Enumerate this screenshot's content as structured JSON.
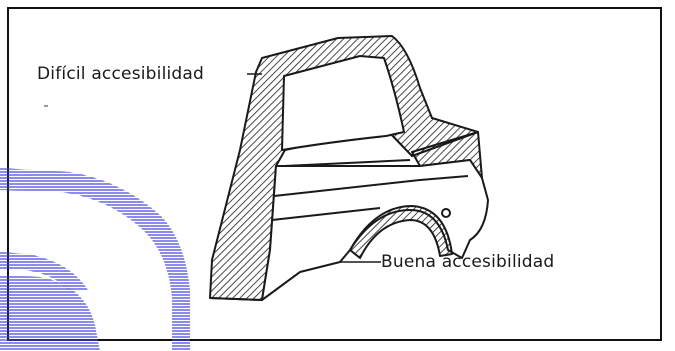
{
  "diagram": {
    "callouts": {
      "top": "Difícil accesibilidad",
      "bottom": "Buena accesibilidad"
    },
    "colors": {
      "frame": "#111111",
      "ink": "#1a1a1a",
      "watermark": "#3d3de0"
    },
    "watermark_icon": "blue-striped-logo-watermark"
  }
}
